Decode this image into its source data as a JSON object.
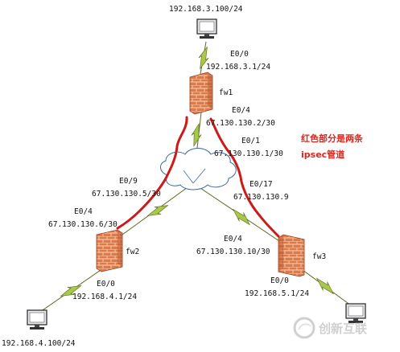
{
  "colors": {
    "link_green": "#a8c84a",
    "link_dark": "#5a6a20",
    "tunnel_red": "#cc1a1a",
    "note_red": "#e0241b",
    "firewall_brick": "#e07848",
    "firewall_mortar": "#f6c7a6",
    "cloud_line": "#3a6aa0",
    "text": "#111111",
    "watermark": "#c8c8c8"
  },
  "devices": {
    "fw1": {
      "name": "fw1"
    },
    "fw2": {
      "name": "fw2"
    },
    "fw3": {
      "name": "fw3"
    }
  },
  "hosts": {
    "pc_top": {
      "ip": "192.168.3.100/24",
      "icon": "computer-icon"
    },
    "pc_left": {
      "ip": "192.168.4.100/24",
      "icon": "computer-icon"
    },
    "pc_right": {
      "icon": "computer-icon"
    }
  },
  "interfaces": {
    "fw1_e00_name": "E0/0",
    "fw1_e00_ip": "192.168.3.1/24",
    "fw1_e04_name": "E0/4",
    "fw1_e04_ip": "67.130.130.2/30",
    "isp_e01_name": "E0/1",
    "isp_e01_ip": "67.130.130.1/30",
    "isp_e09_name": "E0/9",
    "isp_e09_ip": "67.130.130.5/30",
    "isp_e017_name": "E0/17",
    "isp_e017_ip": "67.130.130.9",
    "fw2_e04_name": "E0/4",
    "fw2_e04_ip": "67.130.130.6/30",
    "fw2_e00_name": "E0/0",
    "fw2_e00_ip": "192.168.4.1/24",
    "fw3_e04_name": "E0/4",
    "fw3_e04_ip": "67.130.130.10/30",
    "fw3_e00_name": "E0/0",
    "fw3_e00_ip": "192.168.5.1/24"
  },
  "annotation": {
    "line1": "红色部分是两条",
    "line2": "ipsec管道"
  },
  "watermark": {
    "text": "创新互联"
  }
}
